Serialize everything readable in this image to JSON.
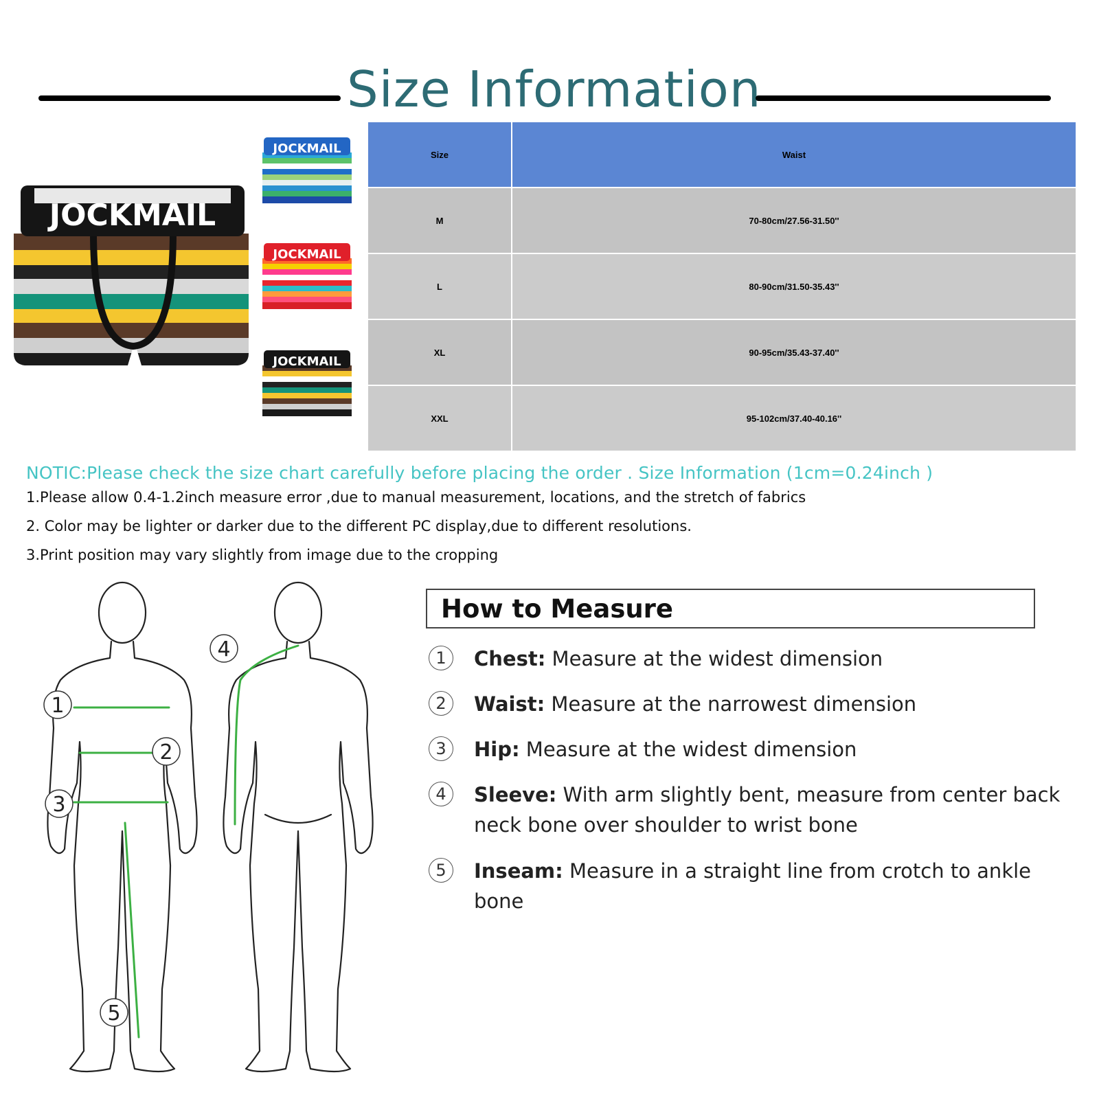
{
  "header": {
    "title": "Size Information"
  },
  "products": {
    "brand": "JOCKMAIL"
  },
  "size_table": {
    "headers": [
      "Size",
      "Waist"
    ],
    "rows": [
      [
        "M",
        "70-80cm/27.56-31.50''"
      ],
      [
        "L",
        "80-90cm/31.50-35.43''"
      ],
      [
        "XL",
        "90-95cm/35.43-37.40''"
      ],
      [
        "XXL",
        "95-102cm/37.40-40.16''"
      ]
    ],
    "colors": {
      "header": "#5b86d3",
      "row": "#c8c8c8"
    }
  },
  "notes": {
    "notic": "NOTIC:Please check the size chart carefully before placing the order . Size Information (1cm=0.24inch )",
    "lines": [
      "1.Please allow 0.4-1.2inch measure error ,due to manual measurement, locations, and the stretch of fabrics",
      "2. Color may be lighter or darker   due to the different PC display,due to different resolutions.",
      "3.Print position may vary slightly from image due to the cropping"
    ]
  },
  "how_to_measure": {
    "title": "How to Measure",
    "items": [
      {
        "num": "1",
        "label": "Chest:",
        "text": " Measure at the widest dimension"
      },
      {
        "num": "2",
        "label": "Waist:",
        "text": " Measure at the narrowest dimension"
      },
      {
        "num": "3",
        "label": "Hip:",
        "text": " Measure at the widest dimension"
      },
      {
        "num": "4",
        "label": "Sleeve:",
        "text": " With arm slightly bent, measure from center back neck bone over shoulder to wrist bone"
      },
      {
        "num": "5",
        "label": "Inseam:",
        "text": " Measure in a straight line from crotch to ankle bone"
      }
    ]
  },
  "diagram": {
    "markers": [
      "1",
      "2",
      "3",
      "4",
      "5"
    ],
    "line_color": "#3cb043"
  }
}
